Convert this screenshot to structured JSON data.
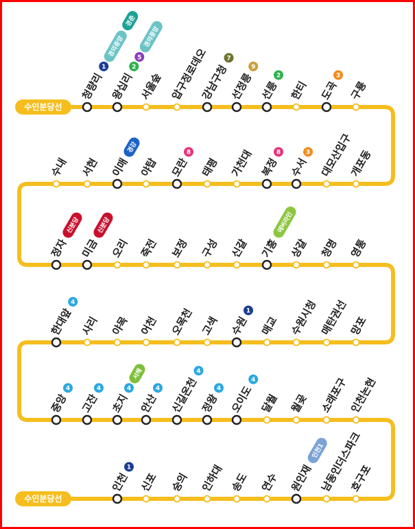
{
  "line_color": "#F5BE1E",
  "terminus_labels": [
    "수인분당선",
    "수인분당선"
  ],
  "colors": {
    "l1": "#1C3E91",
    "l2": "#2EB24E",
    "l3": "#F28D1C",
    "l4": "#2CA8E0",
    "l5": "#8A3FB8",
    "l7": "#6E7330",
    "l8": "#E6327A",
    "l9": "#C9A13A",
    "gyeongui": "#6CC3C6",
    "gyeongchun": "#1EA297",
    "gyeonggang": "#1D63C6",
    "sinbundang": "#C8102E",
    "seohae": "#7DBF3A",
    "everline": "#8DC63F",
    "incheon1": "#7CA3D6"
  },
  "rows": [
    [
      {
        "name": "청량리",
        "transfer": true,
        "badges": [
          {
            "type": "num",
            "label": "1",
            "line": "l1"
          },
          {
            "type": "pill",
            "label": "경의중앙",
            "line": "gyeongui"
          },
          {
            "type": "pill",
            "label": "경춘",
            "line": "gyeongchun"
          }
        ]
      },
      {
        "name": "왕십리",
        "transfer": true,
        "badges": [
          {
            "type": "num",
            "label": "2",
            "line": "l2"
          },
          {
            "type": "num",
            "label": "5",
            "line": "l5"
          },
          {
            "type": "pill",
            "label": "경의중앙",
            "line": "gyeongui"
          }
        ]
      },
      {
        "name": "서울숲",
        "transfer": false,
        "badges": []
      },
      {
        "name": "압구정로데오",
        "transfer": false,
        "badges": []
      },
      {
        "name": "강남구청",
        "transfer": true,
        "badges": [
          {
            "type": "num",
            "label": "7",
            "line": "l7"
          }
        ]
      },
      {
        "name": "선정릉",
        "transfer": true,
        "badges": [
          {
            "type": "num",
            "label": "9",
            "line": "l9"
          }
        ]
      },
      {
        "name": "선릉",
        "transfer": true,
        "badges": [
          {
            "type": "num",
            "label": "2",
            "line": "l2"
          }
        ]
      },
      {
        "name": "한티",
        "transfer": false,
        "badges": []
      },
      {
        "name": "도곡",
        "transfer": true,
        "badges": [
          {
            "type": "num",
            "label": "3",
            "line": "l3"
          }
        ]
      },
      {
        "name": "구룡",
        "transfer": false,
        "badges": []
      }
    ],
    [
      {
        "name": "수내",
        "transfer": false,
        "badges": []
      },
      {
        "name": "서현",
        "transfer": false,
        "badges": []
      },
      {
        "name": "이매",
        "transfer": true,
        "badges": [
          {
            "type": "pill",
            "label": "경강",
            "line": "gyeonggang"
          }
        ]
      },
      {
        "name": "야탑",
        "transfer": false,
        "badges": []
      },
      {
        "name": "모란",
        "transfer": true,
        "badges": [
          {
            "type": "num",
            "label": "8",
            "line": "l8"
          }
        ]
      },
      {
        "name": "태평",
        "transfer": false,
        "badges": []
      },
      {
        "name": "가천대",
        "transfer": false,
        "badges": []
      },
      {
        "name": "복정",
        "transfer": true,
        "badges": [
          {
            "type": "num",
            "label": "8",
            "line": "l8"
          }
        ]
      },
      {
        "name": "수서",
        "transfer": true,
        "badges": [
          {
            "type": "num",
            "label": "3",
            "line": "l3"
          }
        ]
      },
      {
        "name": "대모산입구",
        "transfer": false,
        "badges": []
      },
      {
        "name": "개포동",
        "transfer": false,
        "badges": []
      }
    ],
    [
      {
        "name": "정자",
        "transfer": true,
        "badges": [
          {
            "type": "pill",
            "label": "신분당",
            "line": "sinbundang"
          }
        ]
      },
      {
        "name": "미금",
        "transfer": true,
        "badges": [
          {
            "type": "pill",
            "label": "신분당",
            "line": "sinbundang"
          }
        ]
      },
      {
        "name": "오리",
        "transfer": false,
        "badges": []
      },
      {
        "name": "죽전",
        "transfer": false,
        "badges": []
      },
      {
        "name": "보정",
        "transfer": false,
        "badges": []
      },
      {
        "name": "구성",
        "transfer": false,
        "badges": []
      },
      {
        "name": "신갈",
        "transfer": false,
        "badges": []
      },
      {
        "name": "기흥",
        "transfer": true,
        "badges": [
          {
            "type": "pill",
            "label": "에버라인",
            "line": "everline"
          }
        ]
      },
      {
        "name": "상갈",
        "transfer": false,
        "badges": []
      },
      {
        "name": "청명",
        "transfer": false,
        "badges": []
      },
      {
        "name": "영통",
        "transfer": false,
        "badges": []
      }
    ],
    [
      {
        "name": "한대앞",
        "transfer": true,
        "badges": [
          {
            "type": "num",
            "label": "4",
            "line": "l4"
          }
        ]
      },
      {
        "name": "사리",
        "transfer": false,
        "badges": []
      },
      {
        "name": "야목",
        "transfer": false,
        "badges": []
      },
      {
        "name": "어천",
        "transfer": false,
        "badges": []
      },
      {
        "name": "오목천",
        "transfer": false,
        "badges": []
      },
      {
        "name": "고색",
        "transfer": false,
        "badges": []
      },
      {
        "name": "수원",
        "transfer": true,
        "badges": [
          {
            "type": "num",
            "label": "1",
            "line": "l1"
          }
        ]
      },
      {
        "name": "매교",
        "transfer": false,
        "badges": []
      },
      {
        "name": "수원시청",
        "transfer": false,
        "badges": []
      },
      {
        "name": "매탄권선",
        "transfer": false,
        "badges": []
      },
      {
        "name": "망포",
        "transfer": false,
        "badges": []
      }
    ],
    [
      {
        "name": "중앙",
        "transfer": true,
        "badges": [
          {
            "type": "num",
            "label": "4",
            "line": "l4"
          }
        ]
      },
      {
        "name": "고잔",
        "transfer": true,
        "badges": [
          {
            "type": "num",
            "label": "4",
            "line": "l4"
          }
        ]
      },
      {
        "name": "초지",
        "transfer": true,
        "badges": [
          {
            "type": "num",
            "label": "4",
            "line": "l4"
          },
          {
            "type": "pill",
            "label": "서해",
            "line": "seohae"
          }
        ]
      },
      {
        "name": "안산",
        "transfer": true,
        "badges": [
          {
            "type": "num",
            "label": "4",
            "line": "l4"
          }
        ]
      },
      {
        "name": "신길온천",
        "transfer": true,
        "badges": [
          {
            "type": "num",
            "label": "4",
            "line": "l4"
          }
        ]
      },
      {
        "name": "정왕",
        "transfer": true,
        "badges": [
          {
            "type": "num",
            "label": "4",
            "line": "l4"
          }
        ]
      },
      {
        "name": "오이도",
        "transfer": true,
        "badges": [
          {
            "type": "num",
            "label": "4",
            "line": "l4"
          }
        ]
      },
      {
        "name": "달월",
        "transfer": false,
        "badges": []
      },
      {
        "name": "월곶",
        "transfer": false,
        "badges": []
      },
      {
        "name": "소래포구",
        "transfer": false,
        "badges": []
      },
      {
        "name": "인천논현",
        "transfer": false,
        "badges": []
      }
    ],
    [
      {
        "name": "인천",
        "transfer": true,
        "badges": [
          {
            "type": "num",
            "label": "1",
            "line": "l1"
          }
        ]
      },
      {
        "name": "신포",
        "transfer": false,
        "badges": []
      },
      {
        "name": "숭의",
        "transfer": false,
        "badges": []
      },
      {
        "name": "인하대",
        "transfer": false,
        "badges": []
      },
      {
        "name": "송도",
        "transfer": false,
        "badges": []
      },
      {
        "name": "연수",
        "transfer": false,
        "badges": []
      },
      {
        "name": "원인재",
        "transfer": true,
        "badges": [
          {
            "type": "pill",
            "label": "인천1",
            "line": "incheon1"
          }
        ]
      },
      {
        "name": "남동인더스파크",
        "transfer": false,
        "badges": []
      },
      {
        "name": "호구포",
        "transfer": false,
        "badges": []
      }
    ]
  ]
}
